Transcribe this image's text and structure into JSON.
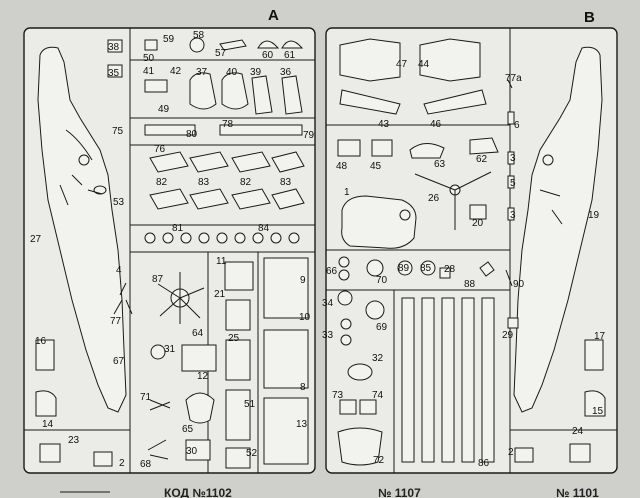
{
  "sprues": [
    {
      "letter": "A"
    },
    {
      "letter": "B"
    }
  ],
  "footer": {
    "left": "КОД №1102",
    "mid": "№ 1107",
    "right": "№ 1101"
  },
  "labels": [
    {
      "id": "a38",
      "t": "38"
    },
    {
      "id": "a50",
      "t": "50"
    },
    {
      "id": "a59",
      "t": "59"
    },
    {
      "id": "a58",
      "t": "58"
    },
    {
      "id": "a57",
      "t": "57"
    },
    {
      "id": "a60",
      "t": "60"
    },
    {
      "id": "a61",
      "t": "61"
    },
    {
      "id": "a35",
      "t": "35"
    },
    {
      "id": "a41",
      "t": "41"
    },
    {
      "id": "a42",
      "t": "42"
    },
    {
      "id": "a37",
      "t": "37"
    },
    {
      "id": "a40",
      "t": "40"
    },
    {
      "id": "a39",
      "t": "39"
    },
    {
      "id": "a36",
      "t": "36"
    },
    {
      "id": "a49",
      "t": "49"
    },
    {
      "id": "a75",
      "t": "75"
    },
    {
      "id": "a80",
      "t": "80"
    },
    {
      "id": "a78",
      "t": "78"
    },
    {
      "id": "a79",
      "t": "79"
    },
    {
      "id": "a76",
      "t": "76"
    },
    {
      "id": "a82a",
      "t": "82"
    },
    {
      "id": "a83a",
      "t": "83"
    },
    {
      "id": "a82b",
      "t": "82"
    },
    {
      "id": "a83b",
      "t": "83"
    },
    {
      "id": "a53",
      "t": "53"
    },
    {
      "id": "a81",
      "t": "81"
    },
    {
      "id": "a84",
      "t": "84"
    },
    {
      "id": "a27",
      "t": "27"
    },
    {
      "id": "a11",
      "t": "11"
    },
    {
      "id": "a9",
      "t": "9"
    },
    {
      "id": "a4",
      "t": "4"
    },
    {
      "id": "a87",
      "t": "87"
    },
    {
      "id": "a21",
      "t": "21"
    },
    {
      "id": "a77",
      "t": "77"
    },
    {
      "id": "a10",
      "t": "10"
    },
    {
      "id": "a64",
      "t": "64"
    },
    {
      "id": "a25",
      "t": "25"
    },
    {
      "id": "a16",
      "t": "16"
    },
    {
      "id": "a31",
      "t": "31"
    },
    {
      "id": "a67",
      "t": "67"
    },
    {
      "id": "a12",
      "t": "12"
    },
    {
      "id": "a8",
      "t": "8"
    },
    {
      "id": "a71",
      "t": "71"
    },
    {
      "id": "a51",
      "t": "51"
    },
    {
      "id": "a13",
      "t": "13"
    },
    {
      "id": "a65",
      "t": "65"
    },
    {
      "id": "a14",
      "t": "14"
    },
    {
      "id": "a23",
      "t": "23"
    },
    {
      "id": "a2",
      "t": "2"
    },
    {
      "id": "a68",
      "t": "68"
    },
    {
      "id": "a30",
      "t": "30"
    },
    {
      "id": "a52",
      "t": "52"
    },
    {
      "id": "b47",
      "t": "47"
    },
    {
      "id": "b44",
      "t": "44"
    },
    {
      "id": "b77a",
      "t": "77а"
    },
    {
      "id": "b43",
      "t": "43"
    },
    {
      "id": "b46",
      "t": "46"
    },
    {
      "id": "b6",
      "t": "6"
    },
    {
      "id": "b48",
      "t": "48"
    },
    {
      "id": "b45",
      "t": "45"
    },
    {
      "id": "b63",
      "t": "63"
    },
    {
      "id": "b62",
      "t": "62"
    },
    {
      "id": "b3a",
      "t": "3"
    },
    {
      "id": "b5",
      "t": "5"
    },
    {
      "id": "b1",
      "t": "1"
    },
    {
      "id": "b26",
      "t": "26"
    },
    {
      "id": "b3b",
      "t": "3"
    },
    {
      "id": "b20",
      "t": "20"
    },
    {
      "id": "b19",
      "t": "19"
    },
    {
      "id": "b66",
      "t": "66"
    },
    {
      "id": "b70",
      "t": "70"
    },
    {
      "id": "b89",
      "t": "89"
    },
    {
      "id": "b85",
      "t": "85"
    },
    {
      "id": "b28",
      "t": "28"
    },
    {
      "id": "b88",
      "t": "88"
    },
    {
      "id": "b90",
      "t": "90"
    },
    {
      "id": "b34",
      "t": "34"
    },
    {
      "id": "b69",
      "t": "69"
    },
    {
      "id": "b33",
      "t": "33"
    },
    {
      "id": "b29",
      "t": "29"
    },
    {
      "id": "b17",
      "t": "17"
    },
    {
      "id": "b32",
      "t": "32"
    },
    {
      "id": "b73",
      "t": "73"
    },
    {
      "id": "b74",
      "t": "74"
    },
    {
      "id": "b15",
      "t": "15"
    },
    {
      "id": "b24",
      "t": "24"
    },
    {
      "id": "b2",
      "t": "2"
    },
    {
      "id": "b72",
      "t": "72"
    },
    {
      "id": "b86",
      "t": "86"
    }
  ]
}
